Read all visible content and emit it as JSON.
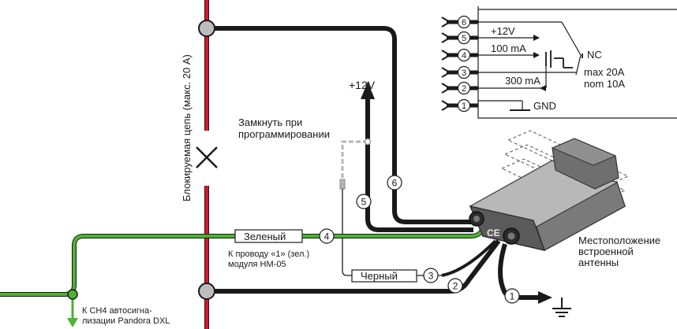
{
  "colors": {
    "circuit": "#d7182a",
    "green_wire": "#4db234",
    "black_wire": "#1a1a1a",
    "terminal": "#bdbdbd",
    "dashed_wire": "#b5b5b5",
    "module_body": "#8c8c8c"
  },
  "circuit": {
    "label": "Блокируемая цепь (макс. 20 А)",
    "break_symbol": "x-cross-icon"
  },
  "programming_note": "Замкнуть при\nпрограммировании",
  "power_label": "+12V",
  "wire_labels": {
    "green": "Зеленый",
    "black": "Черный"
  },
  "green_note": "К проводу «1» (зел.)\nмодуля НМ-05",
  "ch4_note": "К СН4 автосигна-\nлизации Pandora DXL",
  "antenna_note": "Местоположение\nвстроенной\nантенны",
  "wire_numbers": [
    "1",
    "2",
    "3",
    "4",
    "5",
    "6"
  ],
  "schematic": {
    "pins": [
      "6",
      "5",
      "4",
      "3",
      "2",
      "1"
    ],
    "plus12v": "+12V",
    "current_100": "100 mA",
    "current_300": "300 mA",
    "nc": "NC",
    "max_rating": "max 20A",
    "nom_rating": "nom 10A",
    "gnd": "GND"
  },
  "module_marks": {
    "ce": "CE"
  }
}
